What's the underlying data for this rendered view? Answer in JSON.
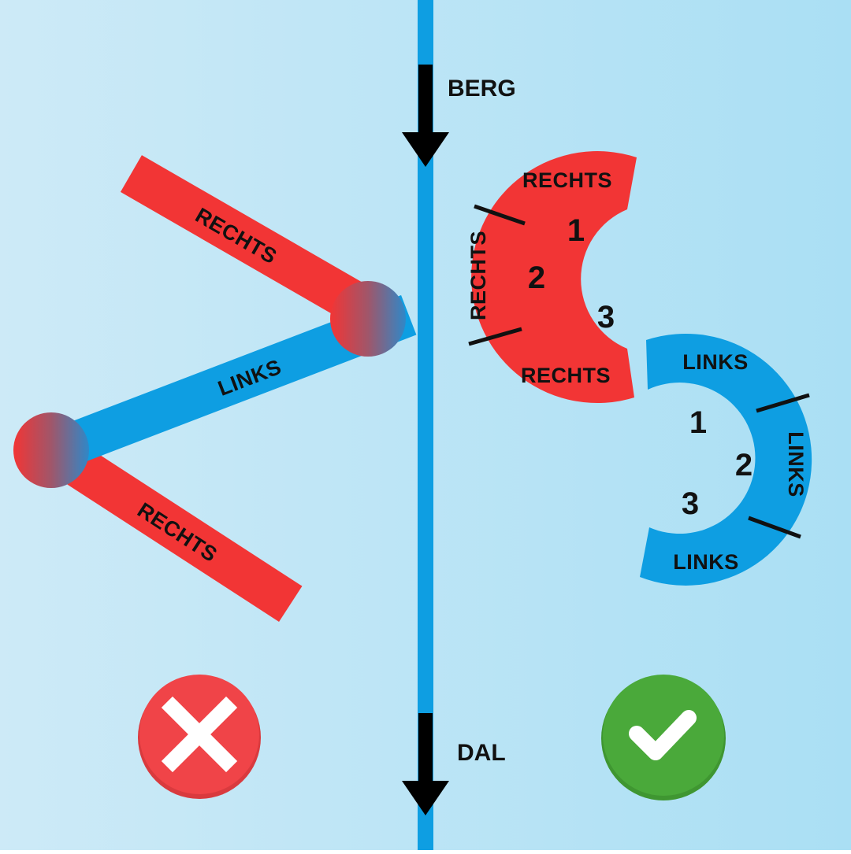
{
  "colors": {
    "background_left": "#cdeaf7",
    "background_right": "#aadff4",
    "river": "#0e9ee2",
    "red": "#f23535",
    "blue": "#0e9ee2",
    "arrow": "#000000",
    "wrong": "#f04448",
    "correct": "#4aa93a"
  },
  "directions": {
    "top": "BERG",
    "bottom": "DAL"
  },
  "wrong_example": {
    "upper_segment_label": "RECHTS",
    "middle_segment_label": "LINKS",
    "lower_segment_label": "RECHTS",
    "status_icon": "x-icon"
  },
  "correct_example": {
    "red_turn": {
      "top_label": "RECHTS",
      "middle_label": "RECHTS",
      "bottom_label": "RECHTS",
      "numbers": [
        "1",
        "2",
        "3"
      ]
    },
    "blue_turn": {
      "top_label": "LINKS",
      "middle_label": "LINKS",
      "bottom_label": "LINKS",
      "numbers": [
        "1",
        "2",
        "3"
      ]
    },
    "status_icon": "checkmark-icon"
  }
}
